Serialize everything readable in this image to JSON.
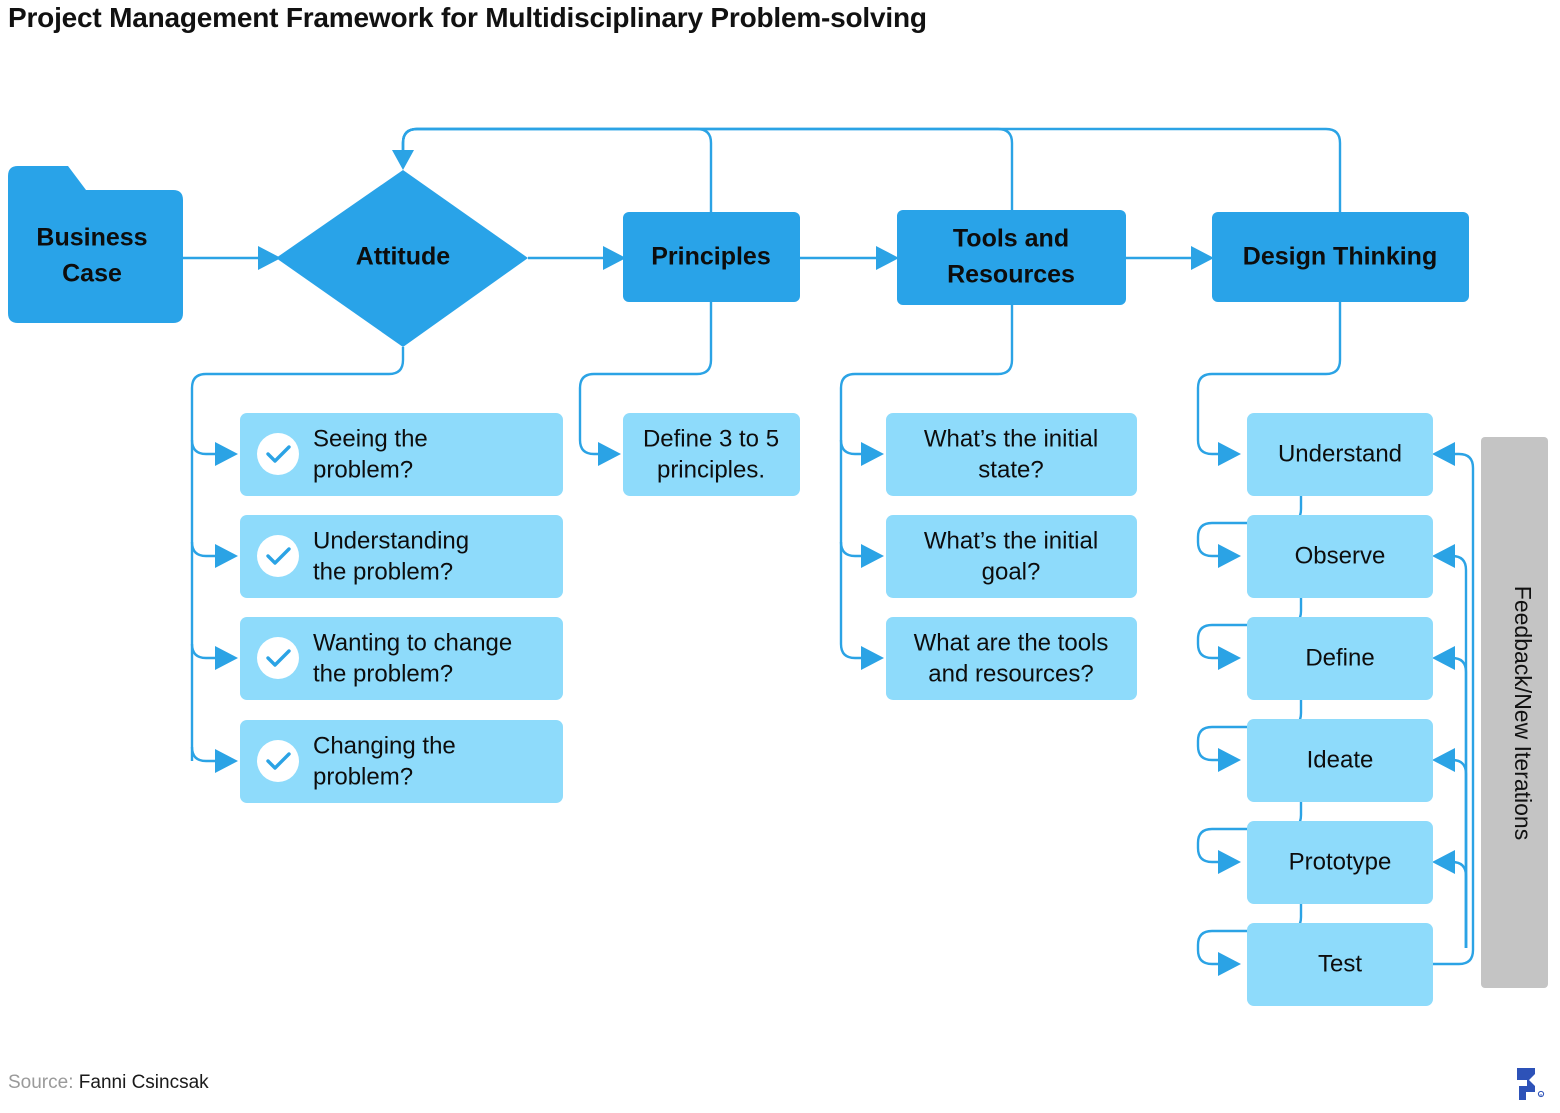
{
  "title": "Project Management Framework for Multidisciplinary Problem-solving",
  "colors": {
    "primary_blue": "#29A3E8",
    "light_blue": "#8EDBFB",
    "gray": "#C4C4C4",
    "line": "#2BA3E5",
    "text": "#0D0D0D",
    "brand": "#2D52B8"
  },
  "main_flow": [
    {
      "id": "business-case",
      "label_line1": "Business",
      "label_line2": "Case",
      "shape": "folder"
    },
    {
      "id": "attitude",
      "label_line1": "Attitude",
      "label_line2": "",
      "shape": "diamond"
    },
    {
      "id": "principles",
      "label_line1": "Principles",
      "label_line2": "",
      "shape": "rect"
    },
    {
      "id": "tools-and-resources",
      "label_line1": "Tools and",
      "label_line2": "Resources",
      "shape": "rect"
    },
    {
      "id": "design-thinking",
      "label_line1": "Design Thinking",
      "label_line2": "",
      "shape": "rect"
    }
  ],
  "attitude_items": [
    {
      "line1": "Seeing the",
      "line2": "problem?",
      "checked": true
    },
    {
      "line1": "Understanding",
      "line2": "the problem?",
      "checked": true
    },
    {
      "line1": "Wanting to change",
      "line2": "the problem?",
      "checked": true
    },
    {
      "line1": "Changing the",
      "line2": "problem?",
      "checked": true
    }
  ],
  "principles_items": [
    {
      "line1": "Define 3 to 5",
      "line2": "principles."
    }
  ],
  "tools_items": [
    {
      "line1": "What’s the initial",
      "line2": "state?"
    },
    {
      "line1": "What’s the initial",
      "line2": "goal?"
    },
    {
      "line1": "What are the tools",
      "line2": "and resources?"
    }
  ],
  "design_thinking_steps": [
    {
      "label": "Understand"
    },
    {
      "label": "Observe"
    },
    {
      "label": "Define"
    },
    {
      "label": "Ideate"
    },
    {
      "label": "Prototype"
    },
    {
      "label": "Test"
    }
  ],
  "feedback_bar": {
    "label": "Feedback/New Iterations"
  },
  "footer": {
    "source_label": "Source:",
    "source_value": "Fanni Csincsak"
  },
  "icons": {
    "check": "check-icon",
    "brand": "brand-logo-icon"
  }
}
